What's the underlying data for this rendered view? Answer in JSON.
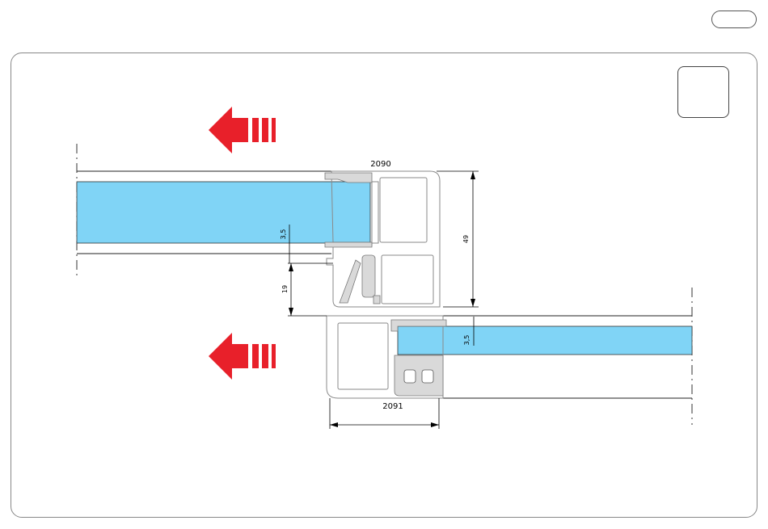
{
  "colors": {
    "glass": "#80d4f6",
    "arrow": "#e8202a",
    "profile_line": "#8a8a8a",
    "gasket": "#d9d9d9",
    "dimension": "#000000"
  },
  "icons": [
    "left-arrow-icon",
    "left-arrow-icon"
  ],
  "profiles": {
    "upper_label": "2090",
    "lower_label": "2091"
  },
  "dimensions": {
    "height_49": "49",
    "offset_19": "19",
    "gap_upper": "3,5",
    "gap_lower": "3,5"
  }
}
